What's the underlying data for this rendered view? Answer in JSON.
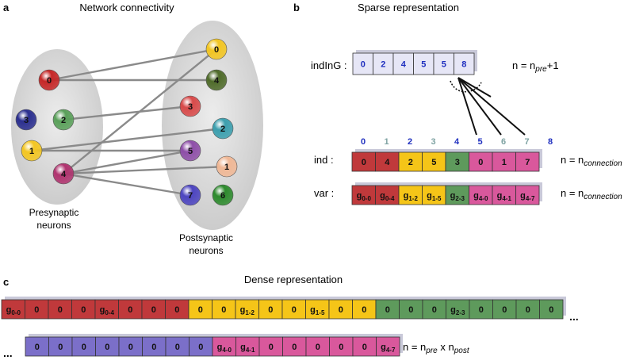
{
  "panel_a": {
    "letter": "a",
    "title": "Network connectivity",
    "pre_label": [
      "Presynaptic",
      "neurons"
    ],
    "post_label": [
      "Postsynaptic",
      "neurons"
    ],
    "pre_neurons": [
      {
        "id": "0",
        "color": "#c62828"
      },
      {
        "id": "3",
        "color": "#2b2f8f"
      },
      {
        "id": "2",
        "color": "#5aa05a"
      },
      {
        "id": "1",
        "color": "#f3c623"
      },
      {
        "id": "4",
        "color": "#b0346f"
      }
    ],
    "post_neurons": [
      {
        "id": "0",
        "color": "#f3c623"
      },
      {
        "id": "4",
        "color": "#4f6b2a"
      },
      {
        "id": "3",
        "color": "#d84a4a"
      },
      {
        "id": "2",
        "color": "#3c9fae"
      },
      {
        "id": "5",
        "color": "#8e4fa8"
      },
      {
        "id": "1",
        "color": "#f0b896"
      },
      {
        "id": "7",
        "color": "#4d45c0"
      },
      {
        "id": "6",
        "color": "#2e8b2e"
      }
    ]
  },
  "panel_b": {
    "letter": "b",
    "title": "Sparse representation",
    "indInG": {
      "label": "indInG :",
      "values": [
        "0",
        "2",
        "4",
        "5",
        "5",
        "8"
      ],
      "formula": "n = n",
      "formula_sub": "pre",
      "formula_tail": "+1"
    },
    "index_row": [
      "0",
      "1",
      "2",
      "3",
      "4",
      "5",
      "6",
      "7",
      "8"
    ],
    "ind": {
      "label": "ind :",
      "values": [
        "0",
        "4",
        "2",
        "5",
        "3",
        "0",
        "1",
        "7"
      ],
      "formula": "n = n",
      "formula_sub": "connection"
    },
    "var": {
      "label": "var :",
      "values": [
        {
          "g": "g",
          "sub": "0-0"
        },
        {
          "g": "g",
          "sub": "0-4"
        },
        {
          "g": "g",
          "sub": "1-2"
        },
        {
          "g": "g",
          "sub": "1-5"
        },
        {
          "g": "g",
          "sub": "2-3"
        },
        {
          "g": "g",
          "sub": "4-0"
        },
        {
          "g": "g",
          "sub": "4-1"
        },
        {
          "g": "g",
          "sub": "4-7"
        }
      ],
      "formula": "n = n",
      "formula_sub": "connection"
    }
  },
  "panel_c": {
    "letter": "c",
    "title": "Dense representation",
    "row1": [
      "g0-0",
      "0",
      "0",
      "0",
      "g0-4",
      "0",
      "0",
      "0",
      "0",
      "0",
      "g1-2",
      "0",
      "0",
      "g1-5",
      "0",
      "0",
      "0",
      "0",
      "0",
      "g2-3",
      "0",
      "0",
      "0",
      "0"
    ],
    "row2": [
      "0",
      "0",
      "0",
      "0",
      "0",
      "0",
      "0",
      "0",
      "g4-0",
      "g4-1",
      "0",
      "0",
      "0",
      "0",
      "0",
      "g4-7"
    ],
    "ellipsis": "...",
    "formula": "n = n",
    "formula_sub1": "pre",
    "formula_mid": " x n",
    "formula_sub2": "post"
  },
  "colors": {
    "red": "#c0393b",
    "yellow": "#f5c518",
    "green": "#5e9a5c",
    "pink": "#d9589c",
    "lavender": "#e6e6f6",
    "blue_index": "#1f2fbf",
    "gray_index": "#7fa3a3",
    "purple": "#7b6fc9",
    "cell_shadow": "#c9c9d9"
  }
}
